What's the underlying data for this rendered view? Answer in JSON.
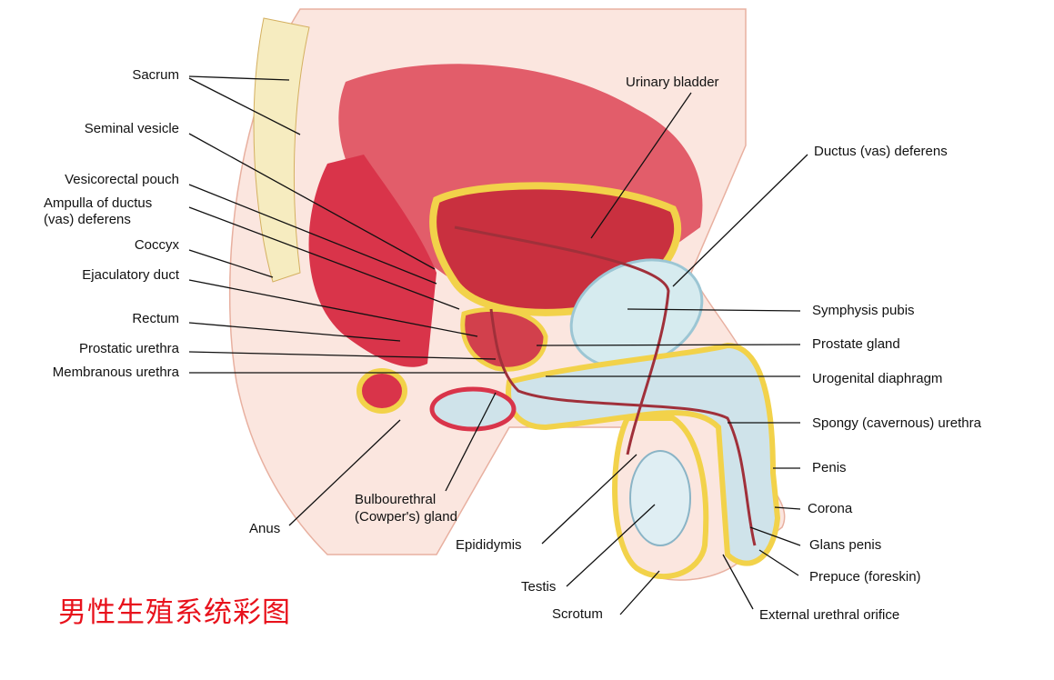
{
  "title": "男性生殖系统彩图",
  "labels": {
    "sacrum": "Sacrum",
    "seminal_vesicle": "Seminal vesicle",
    "vesicorectal_pouch": "Vesicorectal pouch",
    "ampulla_1": "Ampulla of ductus",
    "ampulla_2": "(vas) deferens",
    "coccyx": "Coccyx",
    "ejaculatory_duct": "Ejaculatory duct",
    "rectum": "Rectum",
    "prostatic_urethra": "Prostatic urethra",
    "membranous_urethra": "Membranous urethra",
    "anus": "Anus",
    "bulbourethral_1": "Bulbourethral",
    "bulbourethral_2": "(Cowper's) gland",
    "urinary_bladder": "Urinary bladder",
    "ductus_deferens": "Ductus (vas) deferens",
    "symphysis_pubis": "Symphysis pubis",
    "prostate_gland": "Prostate gland",
    "urogenital_diaphragm": "Urogenital diaphragm",
    "spongy_urethra": "Spongy (cavernous) urethra",
    "penis": "Penis",
    "corona": "Corona",
    "glans_penis": "Glans penis",
    "prepuce": "Prepuce (foreskin)",
    "external_urethral_orifice": "External urethral orifice",
    "epididymis": "Epididymis",
    "testis": "Testis",
    "scrotum": "Scrotum"
  },
  "colors": {
    "title": "#e8121c",
    "tissue": "#d9344a",
    "fat": "#f2d24a",
    "bone": "#cfe3ea"
  }
}
